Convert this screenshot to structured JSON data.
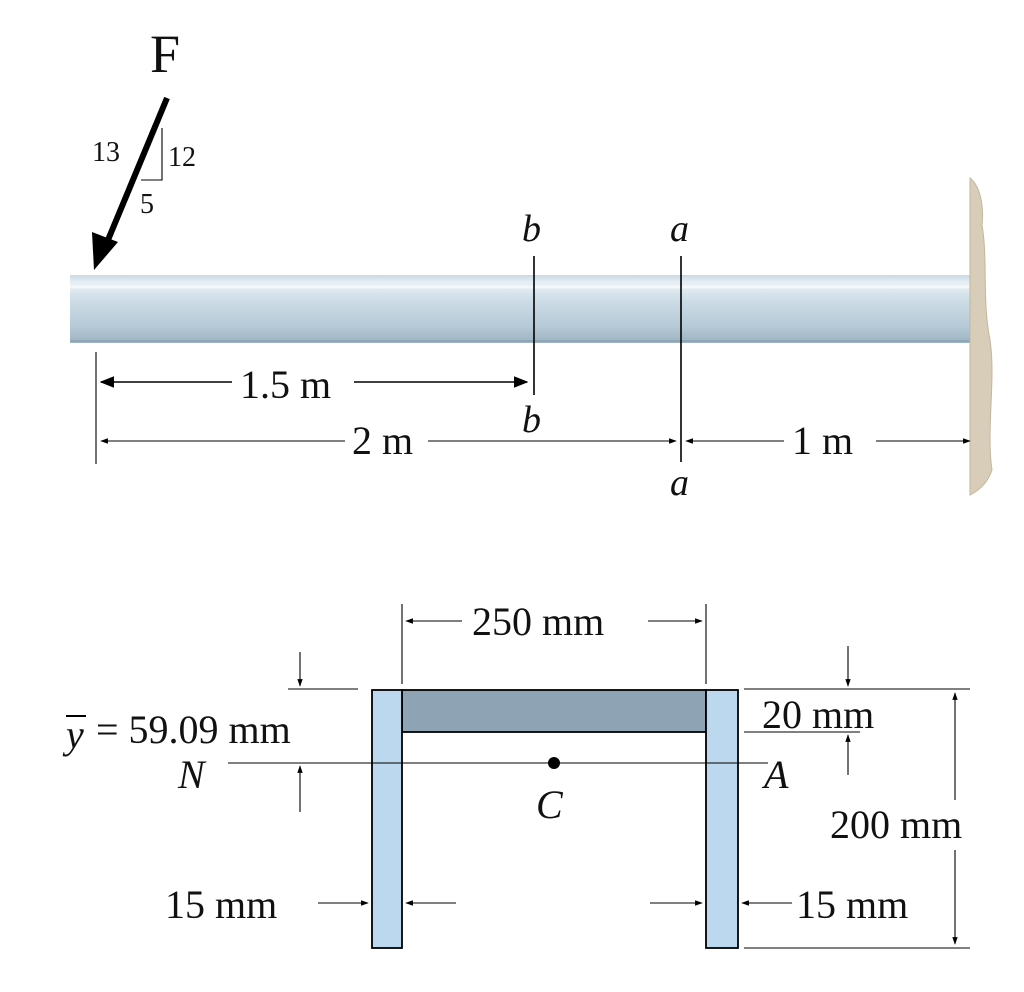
{
  "force": {
    "label": "F",
    "slope": {
      "hyp": "13",
      "vert": "12",
      "horiz": "5"
    }
  },
  "sections": {
    "b_top": "b",
    "b_bottom": "b",
    "a_top": "a",
    "a_bottom": "a"
  },
  "dimensions": {
    "d1": "1.5 m",
    "d2": "2 m",
    "d3": "1 m"
  },
  "cross_section": {
    "width": "250 mm",
    "ybar": "y",
    "ybar_value": "= 59.09 mm",
    "flange": "20 mm",
    "height": "200 mm",
    "web_left": "15 mm",
    "web_right": "15 mm",
    "neutral_left": "N",
    "neutral_right": "A",
    "centroid": "C"
  },
  "colors": {
    "beam_light": "#dfeaf1",
    "beam_mid": "#b7ccd9",
    "wall": "#d8cdb9",
    "web_fill": "#bcd8ef",
    "flange_fill": "#8ea3b3"
  }
}
